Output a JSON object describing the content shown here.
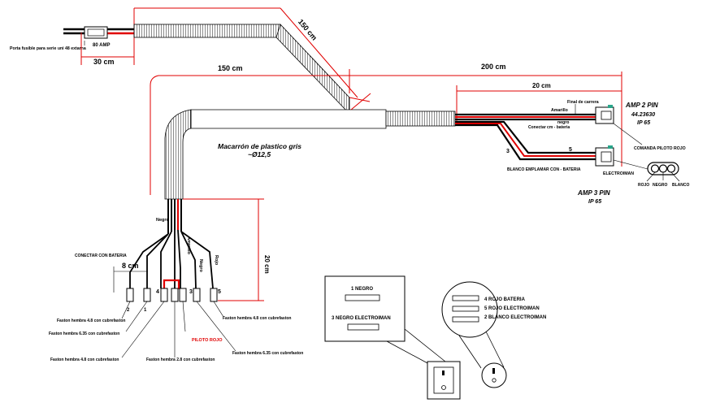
{
  "labels": {
    "fuse_holder": "Porta fusible para serie uni 48 extarna",
    "fuse_amp": "80 AMP",
    "dim_30cm": "30 cm",
    "dim_150_diag": "150 cm",
    "dim_150_h": "150 cm",
    "dim_200": "200 cm",
    "dim_20_top": "20 cm",
    "dim_20_v": "20 cm",
    "dim_8": "8 cm",
    "final_carrera": "Final de carrera",
    "amarillo": "Amarillo",
    "negro_top": "negro",
    "conectar_cm_bateria": "Conectar cm - bateria",
    "amp2_title": "AMP 2 PIN",
    "amp2_code": "44.23630",
    "amp2_ip": "IP 65",
    "comanda_piloto": "COMANDA PILOTO ROJO",
    "num_3": "3",
    "num_5": "5",
    "blanco_empalmar": "BLANCO EMPLAMAR CON - BATERIA",
    "electroiman": "ELECTROIMAN",
    "amp3_title": "AMP 3 PIN",
    "amp3_ip": "IP 65",
    "rojo": "ROJO",
    "negro_conn": "NEGRO",
    "blanco_conn": "BLANCO",
    "macarron_1": "Macarrón de plastico gris",
    "macarron_2": "~Ø12,5",
    "negro_main": "Negro",
    "conectar_bateria": "CONECTAR CON BATERIA",
    "w_amarillo": "Amarillo",
    "w_negro": "Negro",
    "w_rojo": "Rojo",
    "pin_2": "2",
    "pin_1": "1",
    "pin_4": "4",
    "pin_3": "3",
    "pin_5": "5",
    "faston_48_a": "Faston hembra 4.8 con cubrefaston",
    "faston_635_a": "Faston hembra 6.35 con cubrefaston",
    "faston_48_b": "Faston hembra 4.8 con cubrefaston",
    "faston_28": "Faston hembra 2.8 con cubrefaston",
    "piloto_rojo": "PILOTO ROJO",
    "faston_635_b": "Faston hembra 6.35 con cubrefaston",
    "faston_48_c": "Faston hembra 4.8 con cubrefaston",
    "sw_negro": "1 NEGRO",
    "sw_electroiman": "3 NEGRO ELECTROIMAN",
    "pil_bateria": "4 ROJO BATERIA",
    "pil_rojo_electro": "5 ROJO ELECTROIMAN",
    "pil_blanco_electro": "2 BLANCO ELECTROIMAN"
  },
  "colors": {
    "dimension": "#e00000",
    "wire_red": "#e00000",
    "line": "#000000",
    "connector_green": "#2aa58a"
  }
}
